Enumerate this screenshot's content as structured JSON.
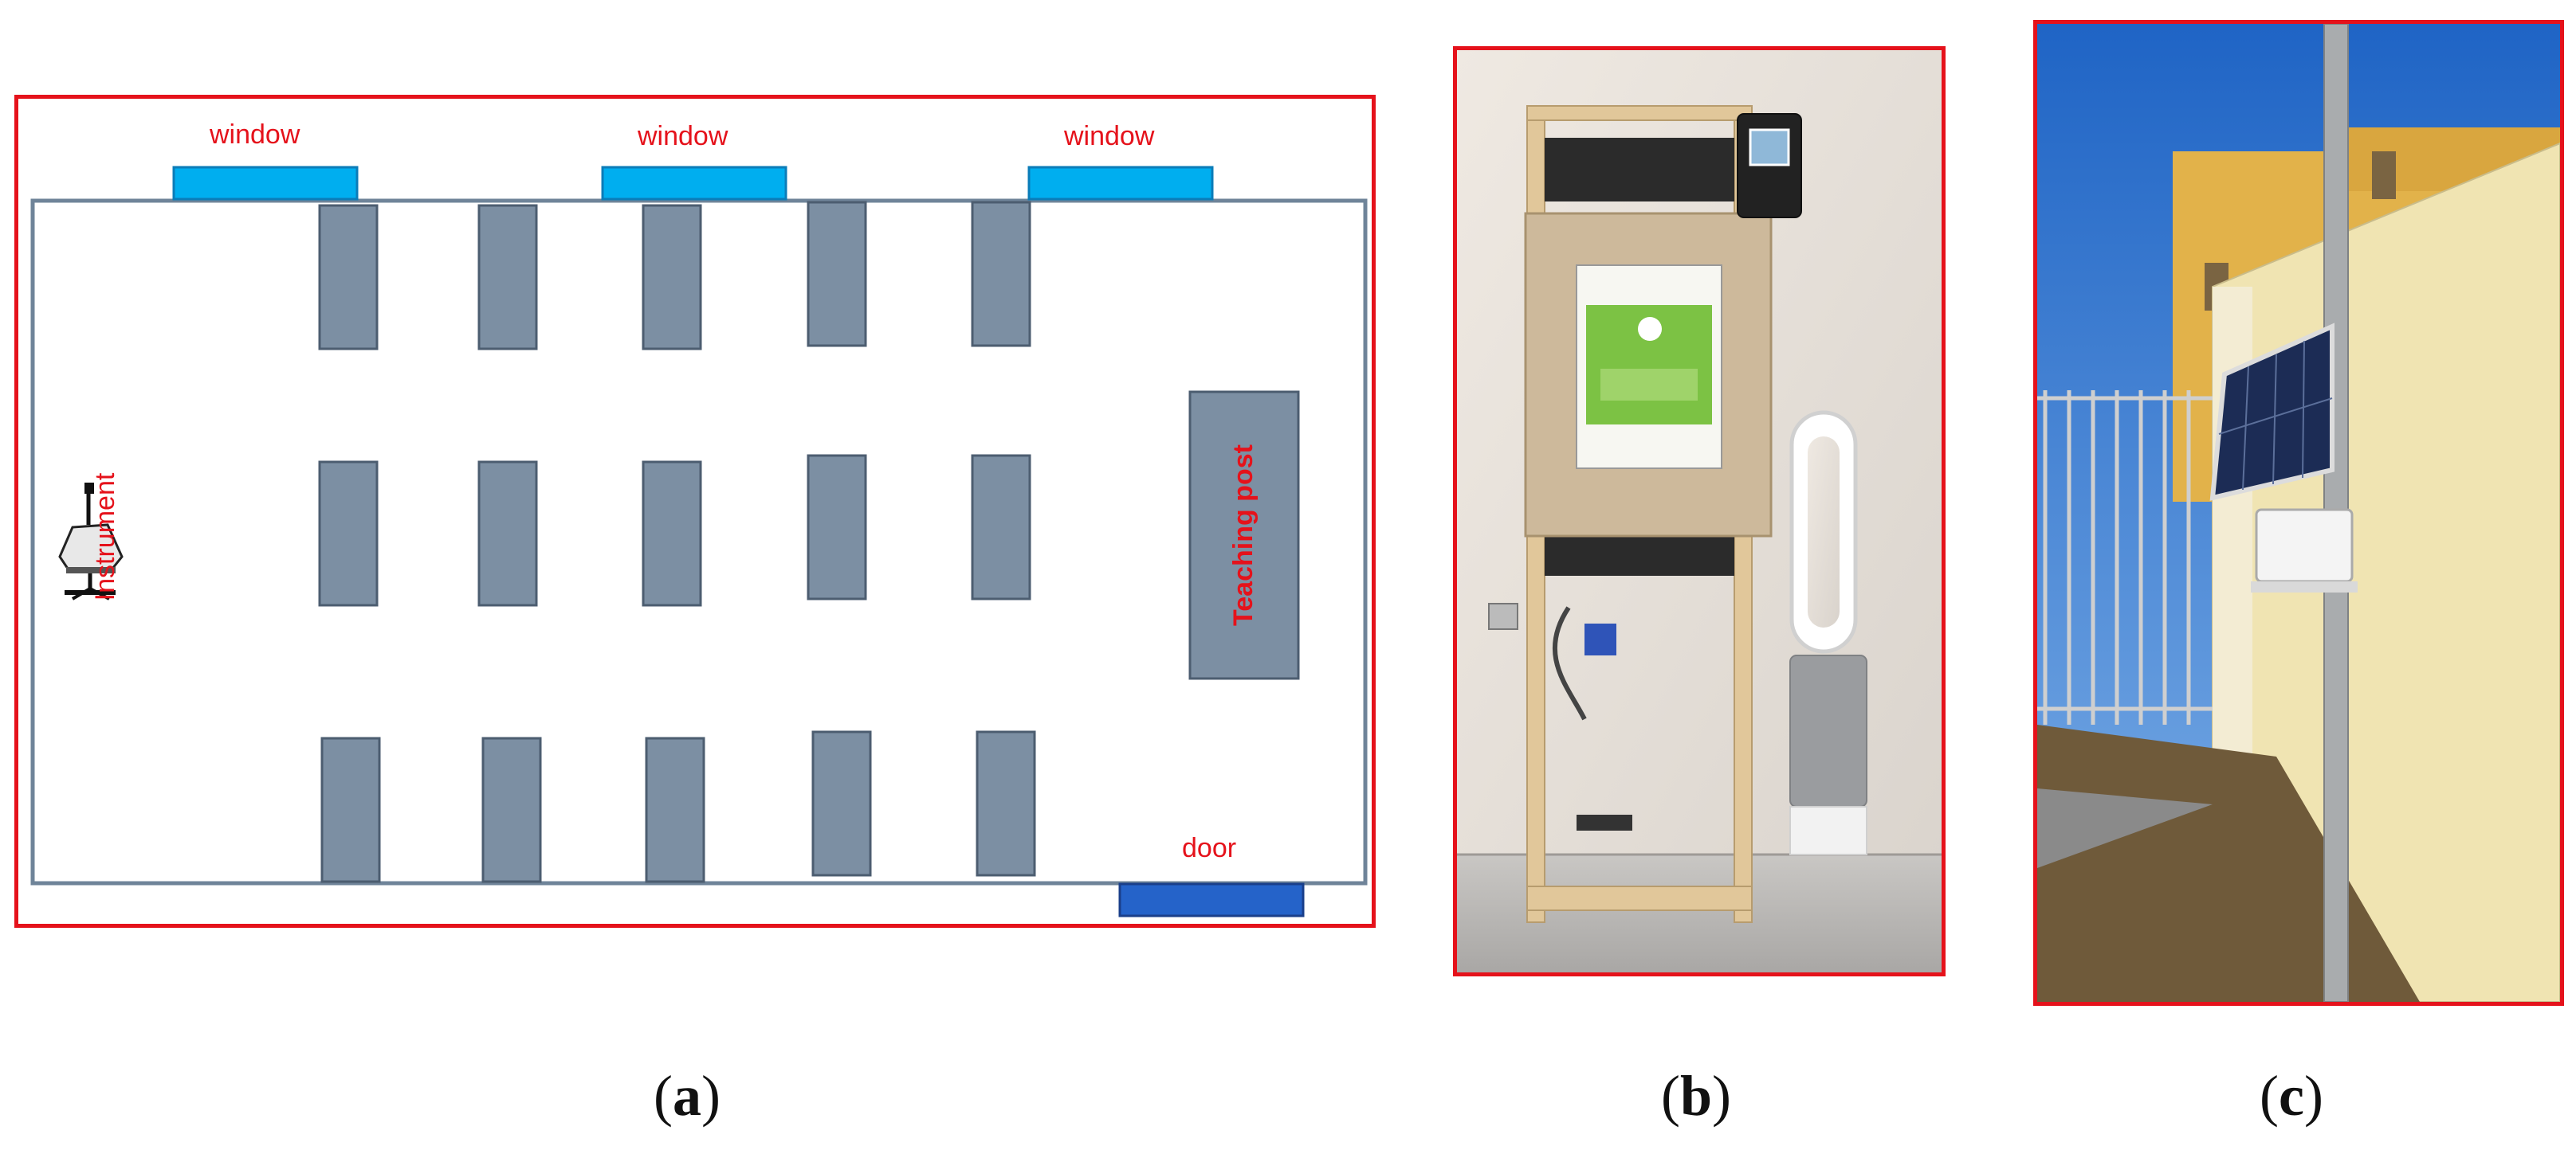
{
  "figure": {
    "panel_a": {
      "labels": {
        "windows": [
          "window",
          "window",
          "window"
        ],
        "door": "door",
        "instrument": "Instrument",
        "teaching_post": "Teaching post"
      },
      "colors": {
        "frame": "#e5121b",
        "room_wall": "#6f8499",
        "desk": "#7c8fa3",
        "window": "#00aeef",
        "door": "#2563c9",
        "label": "#e5121b"
      },
      "icon": "air-quality-instrument-icon"
    },
    "panel_b": {
      "description_icon": "indoor-sensor-station-photo"
    },
    "panel_c": {
      "description_icon": "outdoor-solar-sensor-photo"
    },
    "captions": {
      "a": {
        "open": "(",
        "letter": "a",
        "close": ")"
      },
      "b": {
        "open": "(",
        "letter": "b",
        "close": ")"
      },
      "c": {
        "open": "(",
        "letter": "c",
        "close": ")"
      }
    }
  }
}
